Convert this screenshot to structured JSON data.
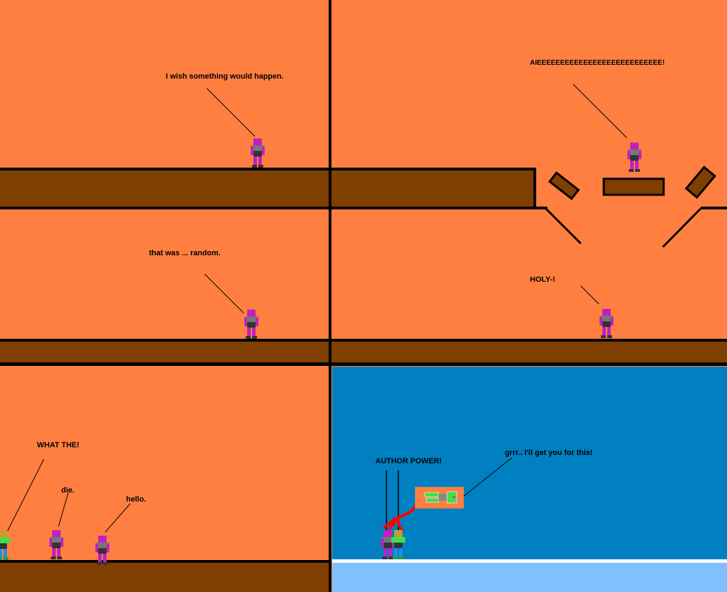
{
  "comic": {
    "colors": {
      "sky_orange": "#FF7F40",
      "ground_brown": "#7F3F00",
      "border_black": "#000000",
      "blue_background": "#0080C0",
      "floor_light_blue": "#80C0FF",
      "floor_line_white": "#FFFFFF",
      "author_power_red": "#FF0000",
      "character_magenta": "#C020C0",
      "character_green": "#40E040"
    },
    "panels": [
      {
        "id": 1,
        "dialogue": [
          {
            "speaker": "magenta-robot",
            "text": "I wish something would happen."
          }
        ]
      },
      {
        "id": 2,
        "dialogue": [
          {
            "speaker": "magenta-robot",
            "text": "AIEEEEEEEEEEEEEEEEEEEEEEEEEEE!"
          }
        ]
      },
      {
        "id": 3,
        "dialogue": [
          {
            "speaker": "magenta-robot",
            "text": "that was ... random."
          }
        ]
      },
      {
        "id": 4,
        "dialogue": [
          {
            "speaker": "magenta-robot",
            "text": "HOLY-!"
          }
        ]
      },
      {
        "id": 5,
        "dialogue": [
          {
            "speaker": "green-robot",
            "text": "WHAT THE!"
          },
          {
            "speaker": "magenta-robot",
            "text": "die."
          },
          {
            "speaker": "magenta-robot-2",
            "text": "hello."
          }
        ]
      },
      {
        "id": 6,
        "dialogue": [
          {
            "speaker": "author-puppets",
            "text": "AUTHOR POWER!"
          },
          {
            "speaker": "trapped-robot",
            "text": "grrr.. I'll get you for this!"
          }
        ]
      }
    ]
  }
}
